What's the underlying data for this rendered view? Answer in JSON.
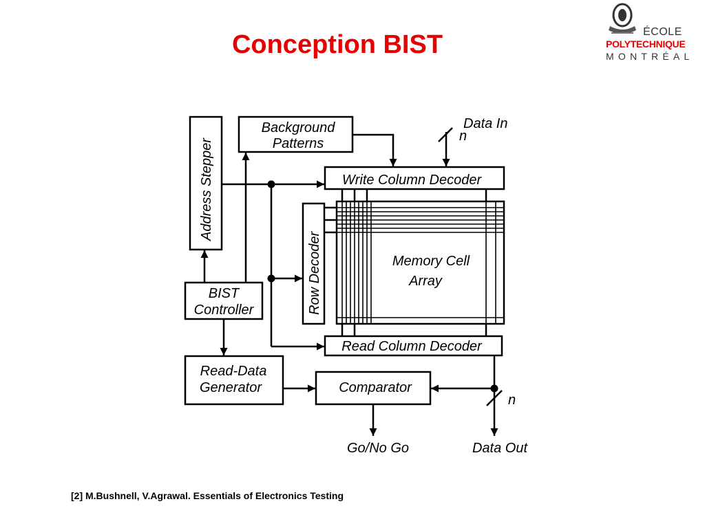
{
  "slide": {
    "title": "Conception BIST",
    "reference": "[2] M.Bushnell, V.Agrawal. Essentials of Electronics Testing"
  },
  "logo": {
    "line1": "ÉCOLE",
    "line2": "POLYTECHNIQUE",
    "line3": "MONTRÉAL",
    "icon": "crest-icon"
  },
  "diagram": {
    "blocks": {
      "address_stepper": "Address Stepper",
      "background_patterns_1": "Background",
      "background_patterns_2": "Patterns",
      "write_column_decoder": "Write Column Decoder",
      "row_decoder": "Row Decoder",
      "memory_array_1": "Memory Cell",
      "memory_array_2": "Array",
      "bist_controller_1": "BIST",
      "bist_controller_2": "Controller",
      "read_column_decoder": "Read Column Decoder",
      "read_data_generator_1": "Read-Data",
      "read_data_generator_2": "Generator",
      "comparator": "Comparator"
    },
    "signals": {
      "data_in": "Data In",
      "data_in_width": "n",
      "data_out": "Data Out",
      "data_out_width": "n",
      "go_no_go": "Go/No Go"
    }
  },
  "colors": {
    "title": "#e60000",
    "brand_red": "#e60000",
    "line": "#000000"
  }
}
